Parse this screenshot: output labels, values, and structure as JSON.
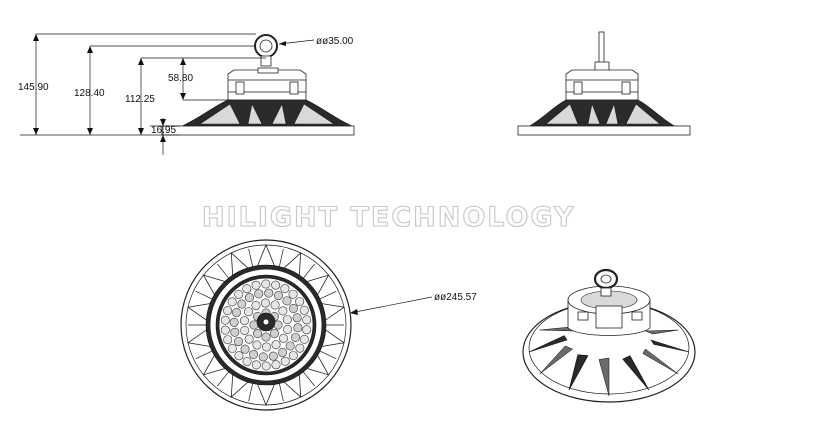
{
  "watermark": "HILIGHT TECHNOLOGY",
  "dimensions": {
    "overall_height": "145.90",
    "hook_height": "128.40",
    "body_height": "112.25",
    "housing_height": "58.80",
    "rim_height": "16.95",
    "hook_diameter": "øø35.00",
    "body_diameter": "øø245.57"
  },
  "views": {
    "front": "front-view",
    "side": "side-view",
    "bottom": "bottom-view",
    "isometric": "isometric-view"
  },
  "colors": {
    "line": "#1a1a1a",
    "watermark_stroke": "#c7c7c7"
  }
}
